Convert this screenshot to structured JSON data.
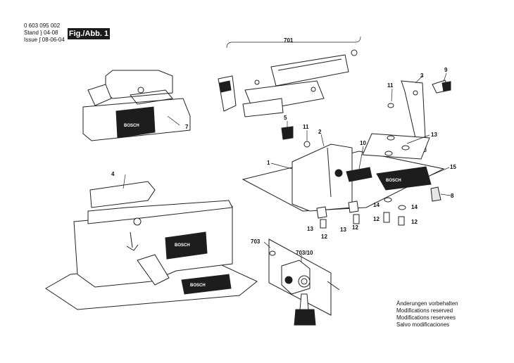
{
  "header": {
    "part_number": "0 603 095 002",
    "stand_label": "Stand",
    "stand_date": "04-08",
    "issue_label": "Issue",
    "issue_date": "08-06-04",
    "figure_badge": "Fig./Abb. 1"
  },
  "brand_text": "BOSCH",
  "callouts": [
    "701",
    "7",
    "4",
    "3",
    "9",
    "11",
    "5",
    "11",
    "2",
    "10",
    "13",
    "1",
    "15",
    "8",
    "14",
    "14",
    "12",
    "12",
    "13",
    "12",
    "13",
    "12",
    "703",
    "703/10"
  ],
  "notes": [
    "Änderungen vorbehalten",
    "Modifications reserved",
    "Modifications reservees",
    "Salvo modificaciones"
  ]
}
